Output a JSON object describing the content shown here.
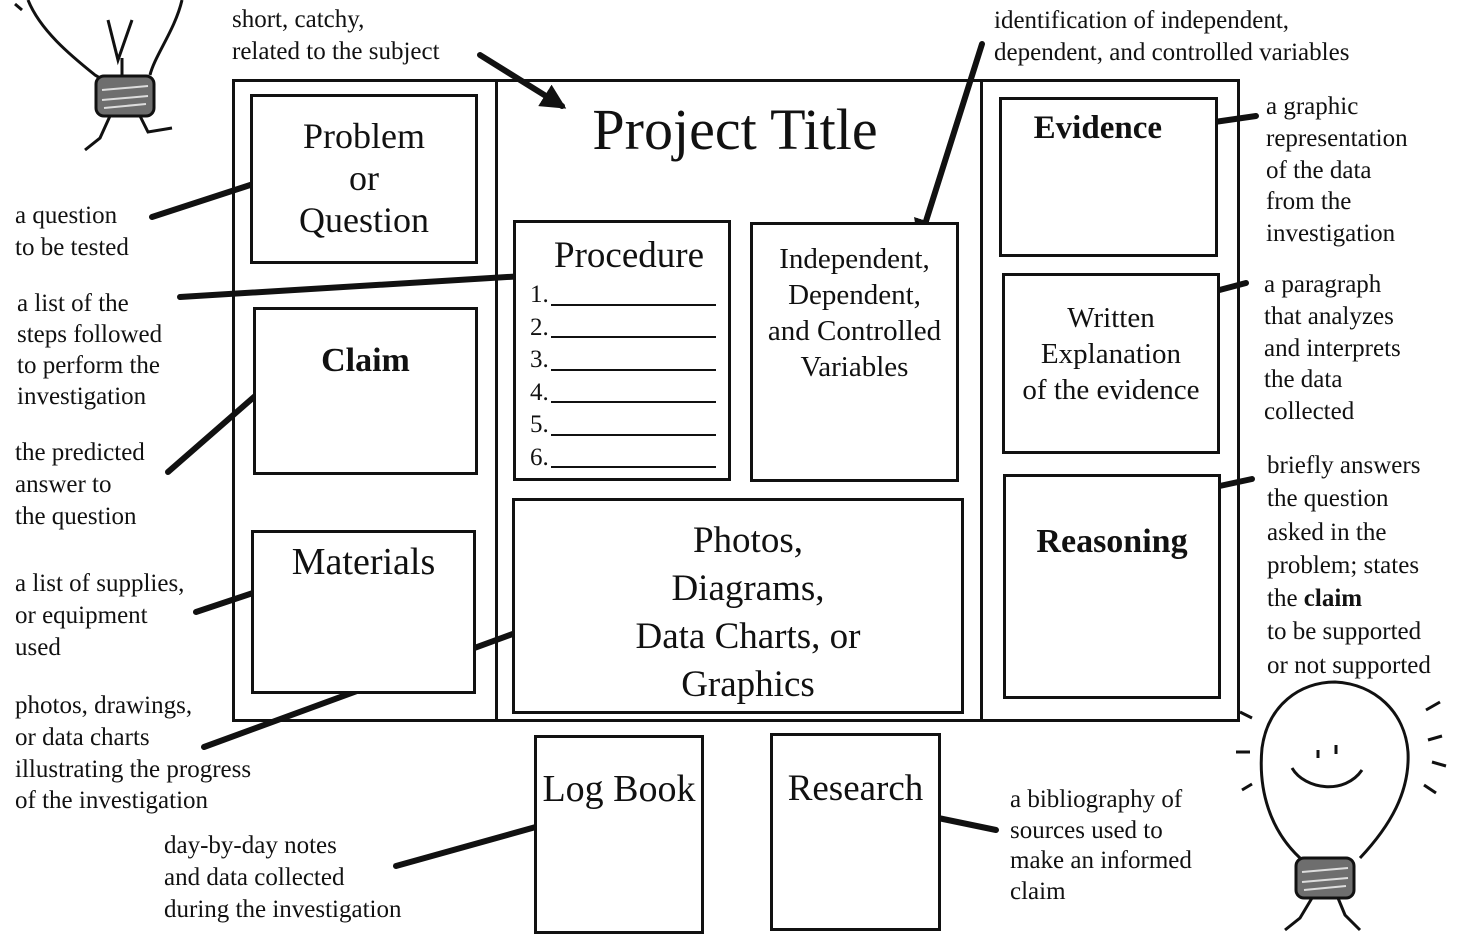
{
  "board": {
    "title": "Project Title",
    "problem_lines": [
      "Problem",
      "or",
      "Question"
    ],
    "claim": "Claim",
    "materials": "Materials",
    "procedure": "Procedure",
    "procedure_steps": [
      "1.",
      "2.",
      "3.",
      "4.",
      "5.",
      "6."
    ],
    "variables_lines": [
      "Independent,",
      "Dependent,",
      "and Controlled",
      "Variables"
    ],
    "photos_lines": [
      "Photos,",
      "Diagrams,",
      "Data Charts, or",
      "Graphics"
    ],
    "evidence": "Evidence",
    "written_lines": [
      "Written",
      "Explanation",
      "of the evidence"
    ],
    "reasoning": "Reasoning",
    "logbook": "Log Book",
    "research": "Research"
  },
  "annotations": {
    "title_note": "short, catchy,\nrelated to the subject",
    "variables_note": "identification of independent,\ndependent, and controlled variables",
    "question_note": "a question\nto be tested",
    "steps_note": "a list of the\nsteps followed\nto perform the\ninvestigation",
    "claim_note": "the predicted\nanswer to\nthe question",
    "materials_note": "a list of supplies,\nor equipment\nused",
    "photos_note": "photos, drawings,\nor data charts\nillustrating the progress\nof the investigation",
    "logbook_note": "day-by-day notes\nand data collected\nduring the investigation",
    "research_note": "a bibliography of\nsources used to\nmake an informed\nclaim",
    "evidence_note": "a graphic\nrepresentation\nof the data\nfrom the\ninvestigation",
    "written_note": "a paragraph\nthat analyzes\nand interprets\nthe data\ncollected",
    "reasoning_note_before": "briefly answers\nthe question\nasked in the\nproblem; states\nthe ",
    "reasoning_note_claim": "claim",
    "reasoning_note_after": "\nto be supported\nor not supported"
  },
  "icons": [
    "lightbulb-icon",
    "smiley-lightbulb-icon"
  ]
}
